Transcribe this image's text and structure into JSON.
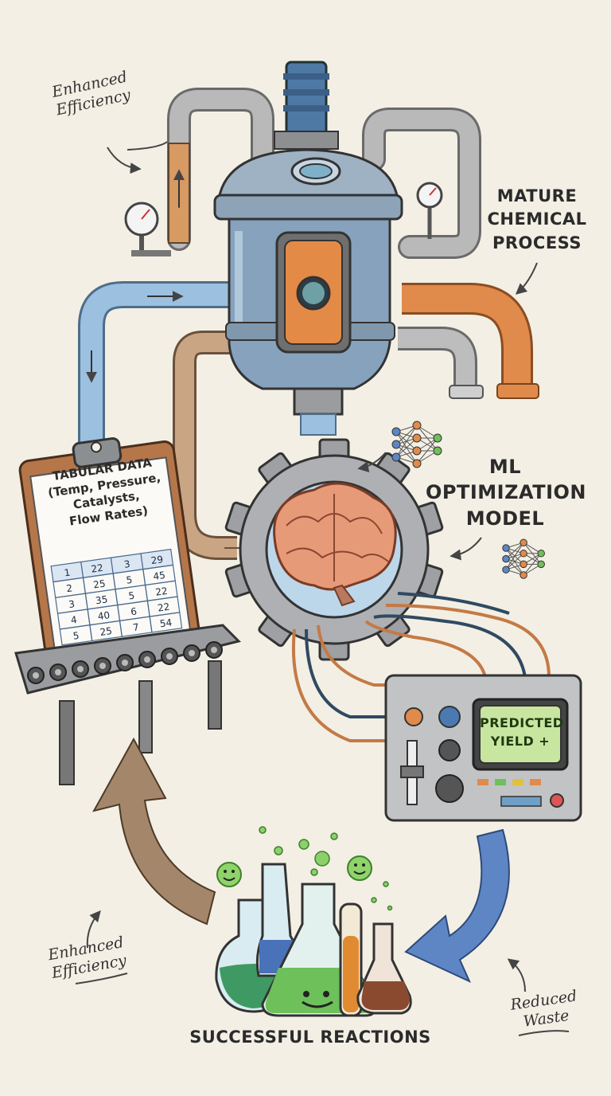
{
  "labels": {
    "top_left_efficiency": [
      "Enhanced",
      "Efficiency"
    ],
    "mature_process": [
      "MATURE",
      "CHEMICAL",
      "PROCESS"
    ],
    "ml_model": [
      "ML",
      "OPTIMIZATION",
      "MODEL"
    ],
    "tabular_data": [
      "TABULAR DATA",
      "(Temp, Pressure,",
      "Catalysts,",
      "Flow Rates)"
    ],
    "predicted_yield": [
      "PREDICTED",
      "YIELD +"
    ],
    "bottom_left_efficiency": [
      "Enhanced",
      "Efficiency"
    ],
    "reduced_waste": [
      "Reduced",
      "Waste"
    ],
    "successful_reactions": "SUCCESSFUL REACTIONS"
  },
  "clipboard_table": [
    [
      "1",
      "22",
      "3",
      "29"
    ],
    [
      "2",
      "25",
      "5",
      "45"
    ],
    [
      "3",
      "35",
      "5",
      "22"
    ],
    [
      "4",
      "40",
      "6",
      "22"
    ],
    [
      "5",
      "25",
      "7",
      "54"
    ]
  ],
  "colors": {
    "background": "#f3efe4",
    "vessel": "#8fa8bf",
    "copper": "#d9844a",
    "blue_pipe": "#8fb4d6",
    "gear": "#a7a9ab",
    "brain": "#e79a78",
    "screen": "#c8e6a0",
    "arrow_brown": "#a4876a",
    "arrow_blue": "#5f86c4",
    "flask_green": "#6dc05a"
  },
  "icons": [
    "pressure-gauge-icon",
    "neural-network-icon",
    "smiley-icon",
    "brain-icon",
    "gear-icon",
    "flask-icon"
  ]
}
